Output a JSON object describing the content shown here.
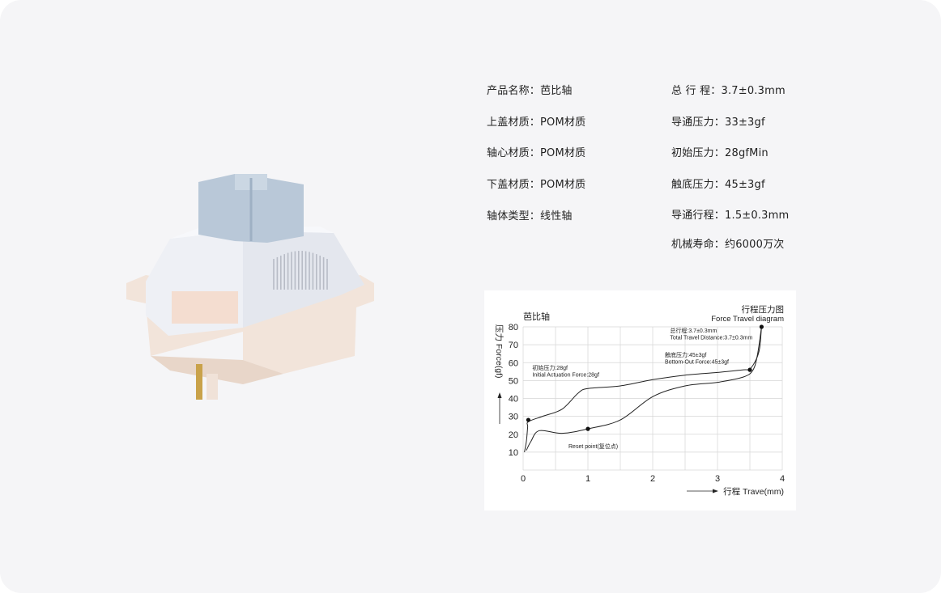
{
  "specs_left": [
    {
      "label": "产品名称：",
      "value": "芭比轴"
    },
    {
      "label": "上盖材质：",
      "value": "POM材质"
    },
    {
      "label": "轴心材质：",
      "value": "POM材质"
    },
    {
      "label": "下盖材质：",
      "value": "POM材质"
    },
    {
      "label": "轴体类型：",
      "value": "线性轴"
    }
  ],
  "specs_right": [
    {
      "label": "总 行 程：",
      "value": "3.7±0.3mm"
    },
    {
      "label": "导通压力：",
      "value": "33±3gf"
    },
    {
      "label": "初始压力：",
      "value": "28gfMin"
    },
    {
      "label": "触底压力：",
      "value": "45±3gf"
    },
    {
      "label": "导通行程：",
      "value": "1.5±0.3mm"
    },
    {
      "label": "机械寿命：",
      "value": "约6000万次"
    }
  ],
  "colors": {
    "stem": "#b9c8d8",
    "housing_top": "#eef0f5",
    "housing_bottom": "#f2e4da",
    "curve": "#222222"
  },
  "chart_data": {
    "type": "line",
    "series_title": "芭比轴",
    "title": "行程压力图",
    "subtitle": "Force Travel diagram",
    "xlabel": "行程 Trave(mm)",
    "ylabel": "压力 Force(gf)",
    "xlim": [
      0,
      4
    ],
    "ylim": [
      0,
      80
    ],
    "xticks": [
      0,
      1,
      2,
      3,
      4
    ],
    "yticks": [
      10,
      20,
      30,
      40,
      50,
      60,
      70,
      80
    ],
    "grid": true,
    "series": [
      {
        "stroke": "press",
        "points": [
          [
            0.02,
            10
          ],
          [
            0.05,
            16
          ],
          [
            0.07,
            24
          ],
          [
            0.08,
            27
          ],
          [
            0.3,
            30
          ],
          [
            0.6,
            34
          ],
          [
            0.85,
            43
          ],
          [
            1.0,
            45.5
          ],
          [
            1.5,
            47
          ],
          [
            2.0,
            50.5
          ],
          [
            2.5,
            53
          ],
          [
            3.0,
            54.5
          ],
          [
            3.4,
            56
          ],
          [
            3.5,
            56.5
          ],
          [
            3.6,
            62
          ],
          [
            3.65,
            68
          ],
          [
            3.68,
            80
          ]
        ]
      },
      {
        "stroke": "release",
        "points": [
          [
            3.68,
            80
          ],
          [
            3.62,
            65
          ],
          [
            3.55,
            56
          ],
          [
            3.4,
            52
          ],
          [
            3.0,
            49
          ],
          [
            2.5,
            47
          ],
          [
            2.0,
            41
          ],
          [
            1.5,
            28
          ],
          [
            1.0,
            23
          ],
          [
            0.6,
            20.5
          ],
          [
            0.25,
            22
          ],
          [
            0.12,
            16
          ],
          [
            0.05,
            11
          ]
        ]
      }
    ],
    "annotations": [
      {
        "text": "初始压力:28gf",
        "text2": "Initial Actuation Force:28gf",
        "x": 0.08,
        "y": 28
      },
      {
        "text": "Reset point(复位点)",
        "text2": "",
        "x": 1.0,
        "y": 23
      },
      {
        "text": "触底压力:45±3gf",
        "text2": "Bottom-Out Force:45±3gf",
        "x": 3.5,
        "y": 56
      },
      {
        "text": "总行程:3.7±0.3mm",
        "text2": "Total Travel Distance:3.7±0.3mm",
        "x": 3.68,
        "y": 80
      }
    ]
  }
}
